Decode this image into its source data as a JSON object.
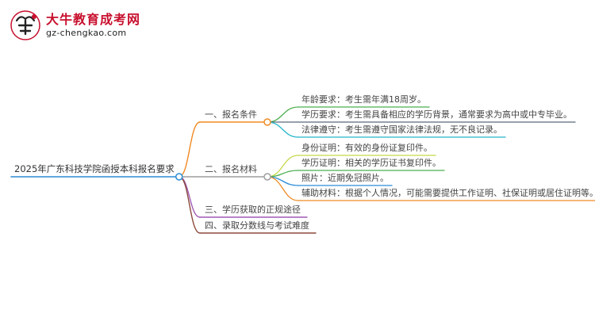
{
  "brand": {
    "name": "大牛教育成考网",
    "url": "gz-chengkao.com",
    "logo_glyph": "大牛",
    "accent": "#c8102e"
  },
  "root": {
    "label": "2025年广东科技学院函授本科报名要求"
  },
  "branches": [
    {
      "label": "一、报名条件",
      "color": "#f08a24",
      "children": [
        {
          "label": "年龄要求：考生需年满18周岁。",
          "color": "#4caf50"
        },
        {
          "label": "学历要求：考生需具备相应的学历背景，通常要求为高中或中专毕业。",
          "color": "#5a6b7b"
        },
        {
          "label": "法律遵守：考生需遵守国家法律法规，无不良记录。",
          "color": "#26b5c9"
        }
      ]
    },
    {
      "label": "二、报名材料",
      "color": "#9e9e9e",
      "children": [
        {
          "label": "身份证明：有效的身份证复印件。",
          "color": "#c6d84a"
        },
        {
          "label": "学历证明：相关的学历证书复印件。",
          "color": "#4caf50"
        },
        {
          "label": "照片：近期免冠照片。",
          "color": "#2b8cd6"
        },
        {
          "label": "辅助材料：根据个人情况，可能需要提供工作证明、社保证明或居住证明等。",
          "color": "#f08a24"
        }
      ]
    },
    {
      "label": "三、学历获取的正规途径",
      "color": "#a05ab5",
      "children": []
    },
    {
      "label": "四、录取分数线与考试难度",
      "color": "#8b4a3c",
      "children": []
    }
  ],
  "root_line_color": "#2b8cd6"
}
